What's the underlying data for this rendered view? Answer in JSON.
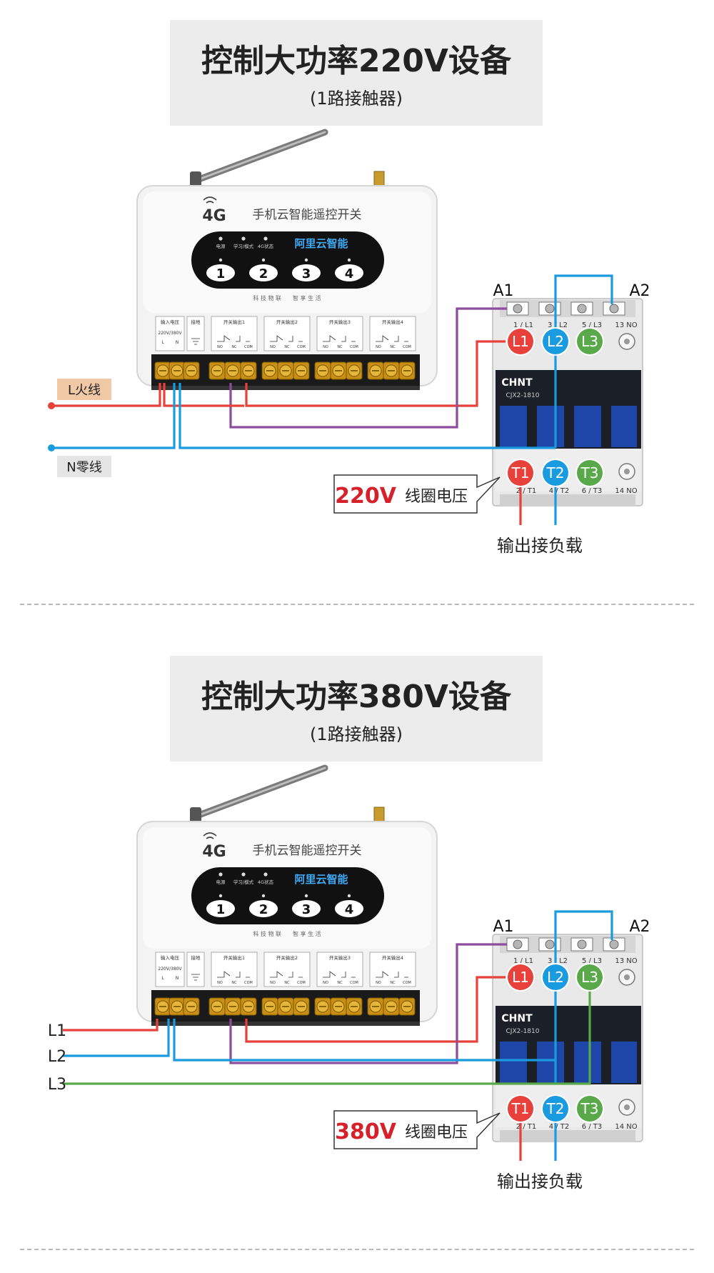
{
  "panels": [
    {
      "title": "控制大功率220V设备",
      "subtitle": "(1路接触器)",
      "coil_voltage": "220V",
      "coil_suffix": "线圈电压",
      "output_label": "输出接负载",
      "supply_labels": [
        "L火线",
        "N零线"
      ]
    },
    {
      "title": "控制大功率380V设备",
      "subtitle": "(1路接触器)",
      "coil_voltage": "380V",
      "coil_suffix": "线圈电压",
      "output_label": "输出接负载",
      "supply_labels": [
        "L1",
        "L2",
        "L3"
      ]
    }
  ],
  "device": {
    "model_prefix": "4G",
    "model_name": "手机云智能遥控开关",
    "brand": "阿里云智能",
    "leds": [
      "电源",
      "学习/模式",
      "4G状态"
    ],
    "buttons": [
      "1",
      "2",
      "3",
      "4"
    ],
    "slogan": "科 技 物 联　　智 享 生 活",
    "terminal_headers": [
      "输入电压",
      "接地",
      "开关输出1",
      "开关输出2",
      "开关输出3",
      "开关输出4"
    ],
    "input_spec": "220V/380V",
    "input_pins": [
      "L",
      "N"
    ],
    "relay_pins": [
      "NO",
      "NC",
      "COM"
    ]
  },
  "contactor": {
    "brand": "CHNT",
    "model": "CJX2-1810",
    "coil_terminals": [
      "A1",
      "A2"
    ],
    "top_labels": [
      "1 / L1",
      "3 / L2",
      "5 / L3",
      "13 NO"
    ],
    "inputs": [
      "L1",
      "L2",
      "L3"
    ],
    "outputs": [
      "T1",
      "T2",
      "T3"
    ],
    "bottom_labels": [
      "2 / T1",
      "4 / T2",
      "6 / T3",
      "14 NO"
    ]
  },
  "colors": {
    "live": "#e8413c",
    "neutral": "#1a9be0",
    "phase3": "#59a84a",
    "coil": "#8e4d9c",
    "emphasis": "#d6202a",
    "title_bg": "#ececec"
  }
}
